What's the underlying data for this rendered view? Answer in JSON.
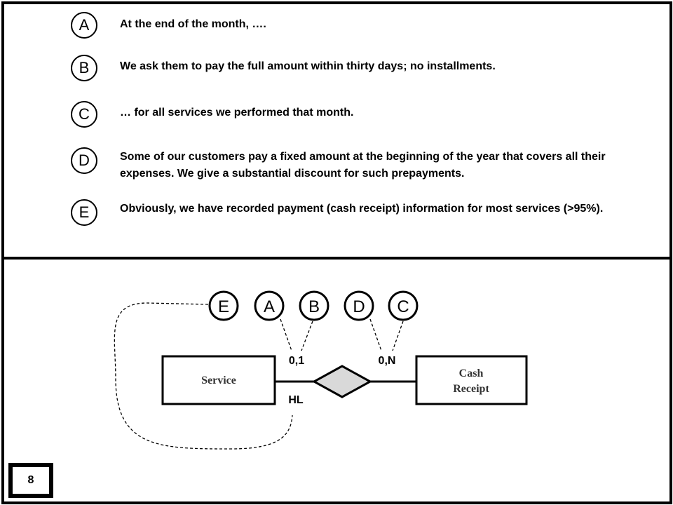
{
  "statements": [
    {
      "letter": "A",
      "text": "At the end of the month, …."
    },
    {
      "letter": "B",
      "text": "We ask them to pay the full amount within thirty days; no installments."
    },
    {
      "letter": "C",
      "text": "… for all services we performed that month."
    },
    {
      "letter": "D",
      "text": "Some of our customers pay a fixed amount at the beginning of the year that covers all their expenses.  We give a substantial discount for such prepayments."
    },
    {
      "letter": "E",
      "text": "Obviously, we have recorded payment (cash receipt) information for most services (>95%)."
    }
  ],
  "diagram": {
    "tags": [
      "E",
      "A",
      "B",
      "D",
      "C"
    ],
    "entity_left": "Service",
    "entity_right_line1": "Cash",
    "entity_right_line2": "Receipt",
    "cardinality_left": "0,1",
    "cardinality_right": "0,N",
    "relationship_label": "HL",
    "relationship_fill": "#d9d9d9"
  },
  "page_number": "8"
}
